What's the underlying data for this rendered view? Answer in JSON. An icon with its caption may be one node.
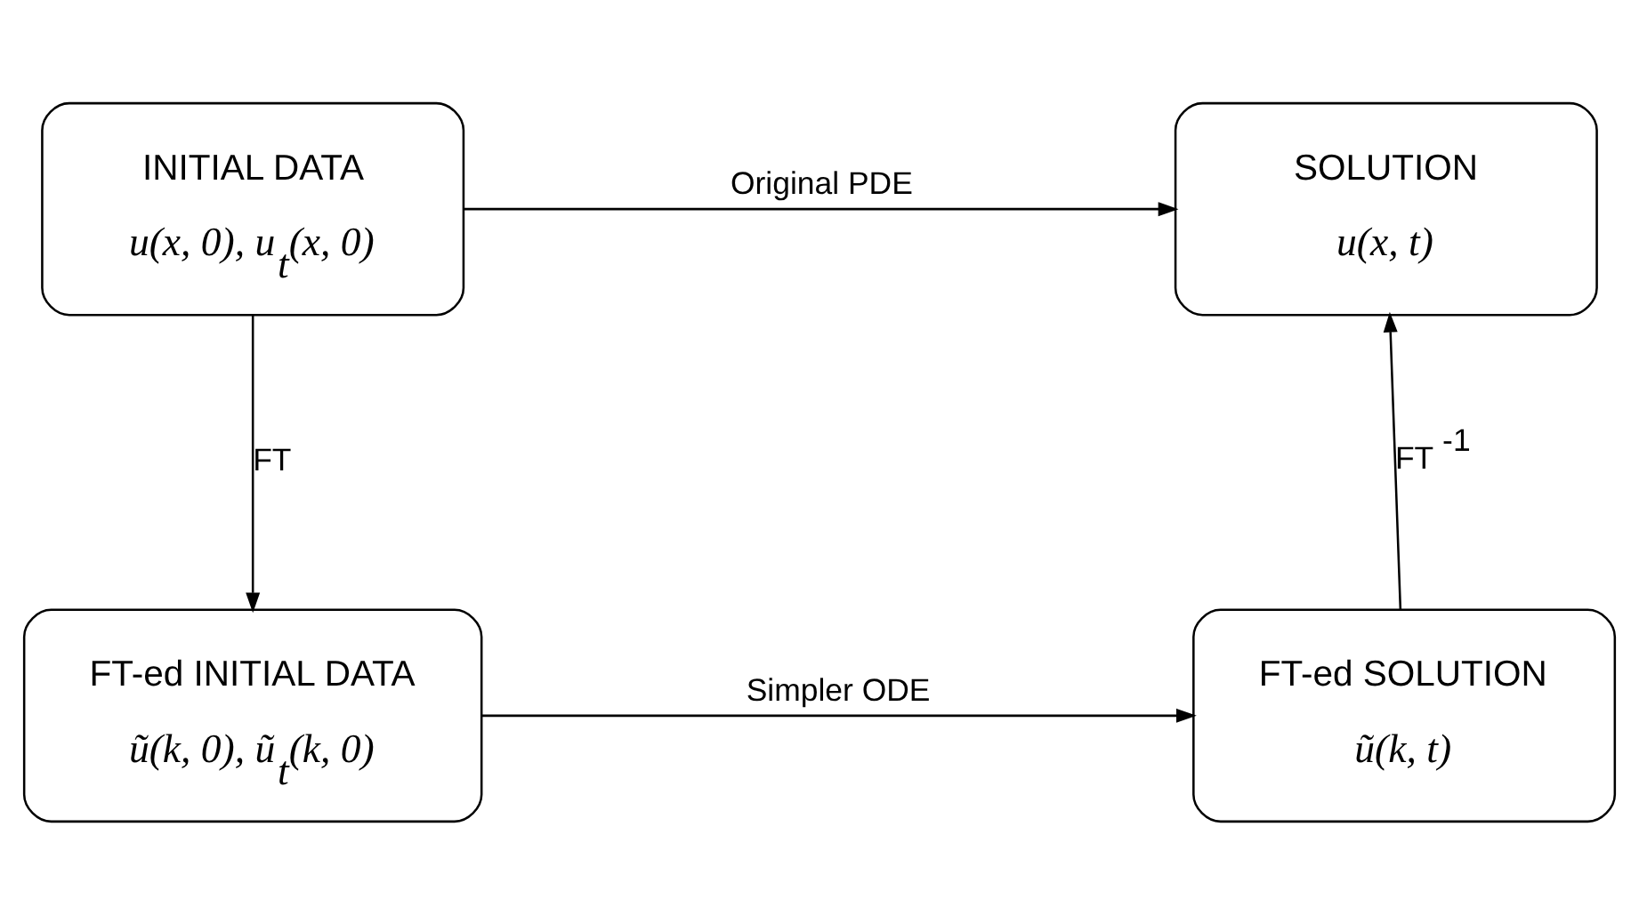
{
  "diagram": {
    "nodes": [
      {
        "text": [
          "INITIAL DATA",
          "u(x, 0), u$_{t}$(x, 0)"
        ]
      },
      {
        "text": [
          "SOLUTION",
          "u(x, t)"
        ]
      },
      {
        "text": [
          "FT-ed INITIAL DATA",
          "ũ(k, 0), ũ$_{t}$(k, 0)"
        ]
      },
      {
        "text": [
          "FT-ed SOLUTION",
          "ũ(k, t)"
        ]
      }
    ],
    "edges": [
      {
        "from": 0,
        "to": 1,
        "arrow": "to",
        "label": "Original PDE"
      },
      {
        "from": 0,
        "to": 2,
        "arrow": "to",
        "label": "FT"
      },
      {
        "from": 2,
        "to": 3,
        "arrow": "to",
        "label": "Simpler ODE"
      },
      {
        "from": 3,
        "to": 1,
        "arrow": "to",
        "label": "FT $^{-1}$"
      }
    ]
  }
}
